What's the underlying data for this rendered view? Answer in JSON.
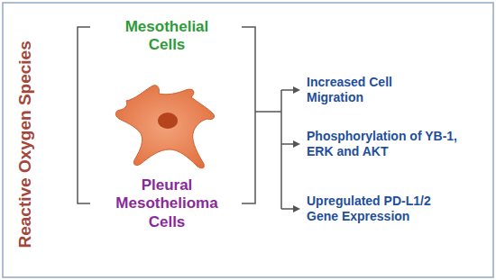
{
  "diagram": {
    "labels": [
      "Reactive Oxygen Species",
      "Mesothelial Cells",
      "Pleural Mesothelioma Cells",
      "Increased Cell Migration",
      "Phosphorylation of YB-1, ERK and AKT",
      "Upregulated PD-L1/2 Gene Expression"
    ]
  }
}
